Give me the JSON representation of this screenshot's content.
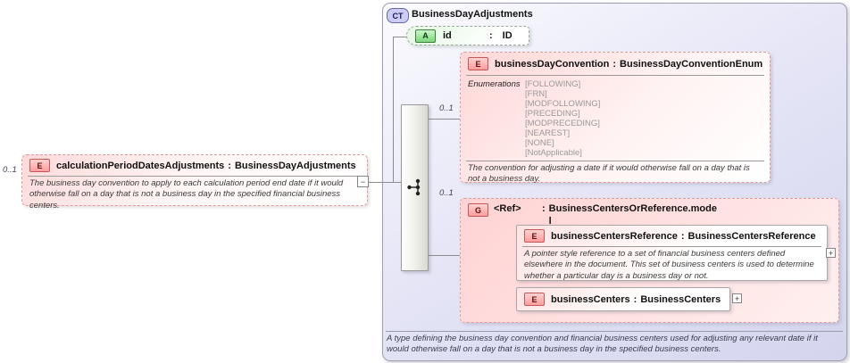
{
  "palette": {
    "container_lavender": "#d4d4ee",
    "element_pink": "#ffd6d6",
    "badge_red_border": "#c25858",
    "attribute_green": "#7bd77b",
    "ct_badge_blue": "#ccccf5",
    "line_gray": "#8c8c8c",
    "enum_text_gray": "#9a9a9a"
  },
  "left_element": {
    "cardinality": "0..1",
    "badge": "E",
    "name": "calculationPeriodDatesAdjustments",
    "colon": ":",
    "type": "BusinessDayAdjustments",
    "description": "The business day convention to apply to each calculation period end date if it would otherwise fall on a day that is not a business day in the specified financial business centers.",
    "collapse_glyph": "−"
  },
  "complex_type": {
    "badge": "CT",
    "title": "BusinessDayAdjustments",
    "annotation": "A type defining the business day convention and financial business centers used for adjusting any relevant date if it would otherwise fall on a day that is not a business day in the specified business centers.",
    "attribute_id": {
      "badge": "A",
      "name": "id",
      "colon": ":",
      "type": "ID"
    },
    "business_day_convention": {
      "cardinality": "0..1",
      "badge": "E",
      "name": "businessDayConvention",
      "colon": ":",
      "type": "BusinessDayConventionEnum",
      "enumerations_label": "Enumerations",
      "enumerations": [
        "[FOLLOWING]",
        "[FRN]",
        "[MODFOLLOWING]",
        "[PRECEDING]",
        "[MODPRECEDING]",
        "[NEAREST]",
        "[NONE]",
        "[NotApplicable]"
      ],
      "description": "The convention for adjusting a date if it would otherwise fall on a day that is not a business day."
    },
    "ref_group": {
      "cardinality": "0..1",
      "badge": "G",
      "name": "<Ref>",
      "colon": ":",
      "type": "BusinessCentersOrReference.mode\nl",
      "business_centers_reference": {
        "badge": "E",
        "name": "businessCentersReference",
        "colon": ":",
        "type": "BusinessCentersReference",
        "description": "A pointer style reference to a set of financial business centers defined elsewhere in the document. This set of business centers is used to determine whether a particular day is a business day or not.",
        "expand_glyph": "+"
      },
      "business_centers": {
        "badge": "E",
        "name": "businessCenters",
        "colon": ":",
        "type": "BusinessCenters",
        "expand_glyph": "+"
      }
    }
  }
}
